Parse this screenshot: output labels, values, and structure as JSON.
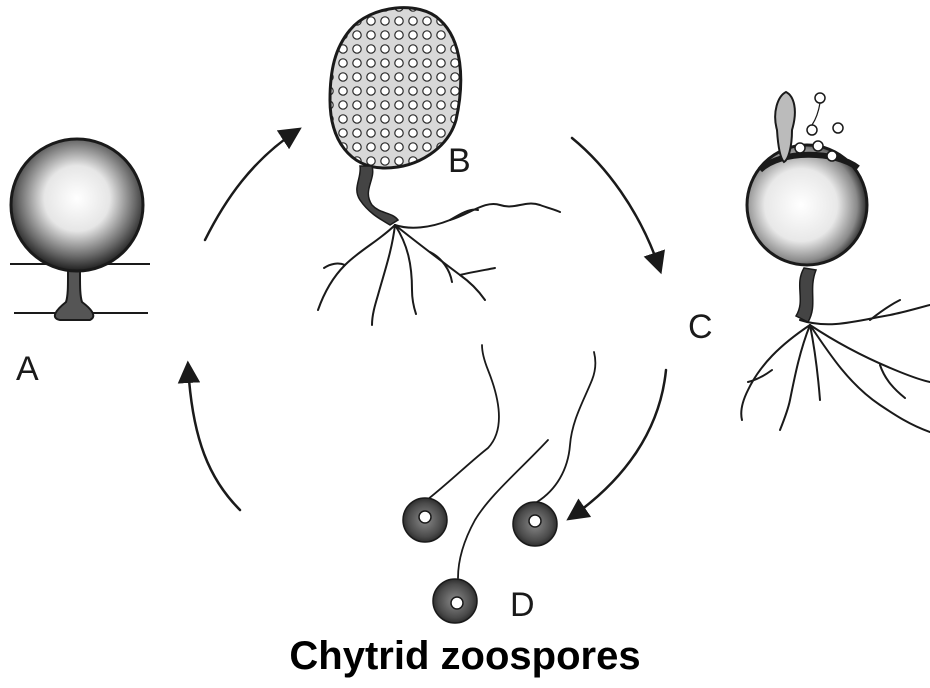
{
  "labels": {
    "a": "A",
    "b": "B",
    "c": "C",
    "d": "D"
  },
  "caption": "Chytrid zoospores",
  "colors": {
    "ink": "#1a1a1a",
    "background": "#ffffff"
  }
}
